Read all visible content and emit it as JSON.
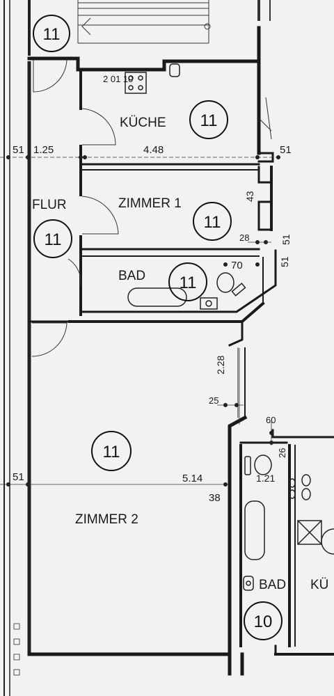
{
  "rooms": {
    "kueche": "KÜCHE",
    "flur": "FLUR",
    "zimmer1": "ZIMMER 1",
    "bad": "BAD",
    "zimmer2": "ZIMMER 2",
    "bad2": "BAD",
    "kueche2": "KÜ"
  },
  "markers": {
    "stair": "11",
    "kueche": "11",
    "flur": "11",
    "zimmer1": "11",
    "bad": "11",
    "zimmer2": "11",
    "bad2": "10"
  },
  "dimensions": {
    "d51_top": "51",
    "d125": "1.25",
    "d448": "4.48",
    "d51_right": "51",
    "d43": "43",
    "d28": "28",
    "d51_a": "51",
    "d51_b": "51",
    "d70": "70",
    "d228": "2.28",
    "d25": "25",
    "d60": "60",
    "d26": "26",
    "d51_left": "51",
    "d514": "5.14",
    "d121": "1.21",
    "d38": "38",
    "d2010": "2 01 10"
  }
}
